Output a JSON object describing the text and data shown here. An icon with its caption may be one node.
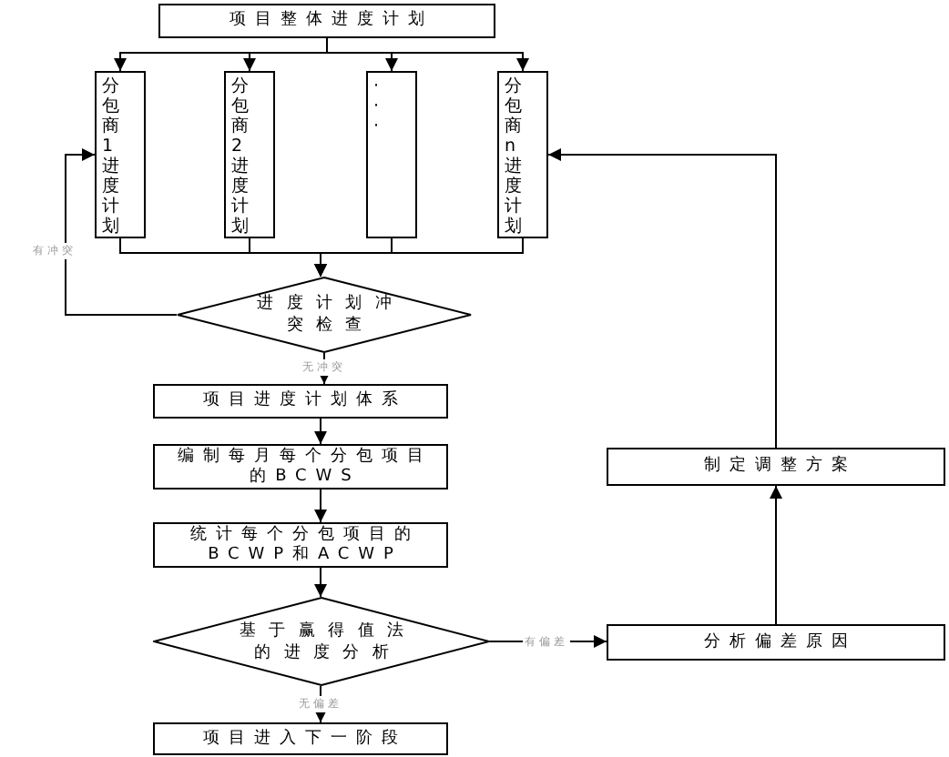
{
  "diagram": {
    "nodes": [
      {
        "text": [
          "项目整体进度计划"
        ]
      },
      {
        "text": [
          "分包商1进度计划"
        ]
      },
      {
        "text": [
          "分包商2进度计划"
        ]
      },
      {
        "text": [
          "···"
        ]
      },
      {
        "text": [
          "分包商n进度计划"
        ]
      },
      {
        "text": [
          "进度计划冲突检查"
        ]
      },
      {
        "text": [
          "项目进度计划体系"
        ]
      },
      {
        "text": [
          "编制每月每个分包项目的BCWS"
        ]
      },
      {
        "text": [
          "统计每个分包项目的BCWP和ACWP"
        ]
      },
      {
        "text": [
          "基于赢得值法的进度分析"
        ]
      },
      {
        "text": [
          "项目进入下一阶段"
        ]
      },
      {
        "text": [
          "分析偏差原因"
        ]
      },
      {
        "text": [
          "制定调整方案"
        ]
      }
    ],
    "edges": [
      {
        "from": 0,
        "to": 1,
        "arrow": "to"
      },
      {
        "from": 0,
        "to": 2,
        "arrow": "to"
      },
      {
        "from": 0,
        "to": 3,
        "arrow": "to"
      },
      {
        "from": 0,
        "to": 4,
        "arrow": "to"
      },
      {
        "from": 1,
        "to": 5,
        "arrow": "to"
      },
      {
        "from": 2,
        "to": 5,
        "arrow": "to"
      },
      {
        "from": 3,
        "to": 5,
        "arrow": "to"
      },
      {
        "from": 4,
        "to": 5,
        "arrow": "to"
      },
      {
        "from": 5,
        "to": 1,
        "arrow": "to",
        "label": "有冲突"
      },
      {
        "from": 5,
        "to": 6,
        "arrow": "to",
        "label": "无冲突"
      },
      {
        "from": 6,
        "to": 7,
        "arrow": "to"
      },
      {
        "from": 7,
        "to": 8,
        "arrow": "to"
      },
      {
        "from": 8,
        "to": 9,
        "arrow": "to"
      },
      {
        "from": 9,
        "to": 10,
        "arrow": "to",
        "label": "无偏差"
      },
      {
        "from": 9,
        "to": 11,
        "arrow": "to",
        "label": "有偏差"
      },
      {
        "from": 11,
        "to": 12,
        "arrow": "to"
      },
      {
        "from": 12,
        "to": 4,
        "arrow": "to"
      }
    ]
  }
}
